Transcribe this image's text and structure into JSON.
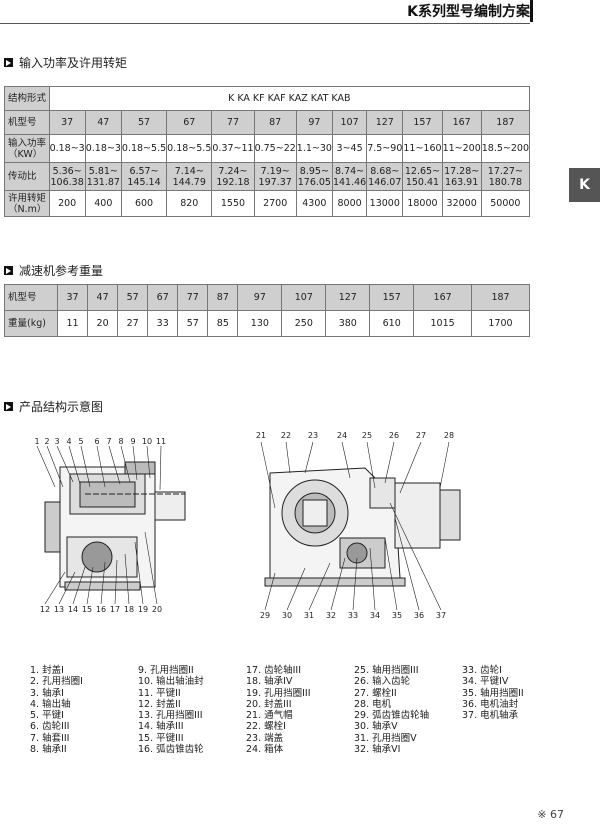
{
  "header": {
    "title": "K系列型号编制方案",
    "tab": "K"
  },
  "section1": {
    "title": "输入功率及许用转矩",
    "structure_label": "结构形式",
    "structure_value": "K KA KF KAF KAZ KAT KAB",
    "rows": [
      {
        "label": "机型号",
        "cells": [
          "37",
          "47",
          "57",
          "67",
          "77",
          "87",
          "97",
          "107",
          "127",
          "157",
          "167",
          "187"
        ]
      },
      {
        "label": "输入功率\n（KW）",
        "cells": [
          "0.18~3",
          "0.18~3",
          "0.18~5.5",
          "0.18~5.5",
          "0.37~11",
          "0.75~22",
          "1.1~30",
          "3~45",
          "7.5~90",
          "11~160",
          "11~200",
          "18.5~200"
        ]
      },
      {
        "label": "传动比",
        "cells": [
          "5.36~\n106.38",
          "5.81~\n131.87",
          "6.57~\n145.14",
          "7.14~\n144.79",
          "7.24~\n192.18",
          "7.19~\n197.37",
          "8.95~\n176.05",
          "8.74~\n141.46",
          "8.68~\n146.07",
          "12.65~\n150.41",
          "17.28~\n163.91",
          "17.27~\n180.78"
        ]
      },
      {
        "label": "许用转矩\n（N.m）",
        "cells": [
          "200",
          "400",
          "600",
          "820",
          "1550",
          "2700",
          "4300",
          "8000",
          "13000",
          "18000",
          "32000",
          "50000"
        ]
      }
    ]
  },
  "section2": {
    "title": "减速机参考重量",
    "rows": [
      {
        "label": "机型号",
        "cells": [
          "37",
          "47",
          "57",
          "67",
          "77",
          "87",
          "97",
          "107",
          "127",
          "157",
          "167",
          "187"
        ]
      },
      {
        "label": "重量(kg)",
        "cells": [
          "11",
          "20",
          "27",
          "33",
          "57",
          "85",
          "130",
          "250",
          "380",
          "610",
          "1015",
          "1700"
        ]
      }
    ]
  },
  "section3": {
    "title": "产品结构示意图",
    "left_top_numbers": [
      "1",
      "2",
      "3",
      "4",
      "5",
      "6",
      "7",
      "8",
      "9",
      "10",
      "11"
    ],
    "left_bottom_numbers": [
      "12",
      "13",
      "14",
      "15",
      "16",
      "17",
      "18",
      "19",
      "20"
    ],
    "right_top_numbers": [
      "21",
      "22",
      "23",
      "24",
      "25",
      "26",
      "27",
      "28"
    ],
    "right_bottom_numbers": [
      "29",
      "30",
      "31",
      "32",
      "33",
      "34",
      "35",
      "36",
      "37"
    ]
  },
  "legend": [
    [
      "1. 封盖I",
      "2. 孔用挡圈I",
      "3. 轴承I",
      "4. 输出轴",
      "5. 平键I",
      "6. 齿轮III",
      "7. 轴套III",
      "8. 轴承II"
    ],
    [
      "9. 孔用挡圈II",
      "10. 输出轴油封",
      "11. 平键II",
      "12. 封盖II",
      "13. 孔用挡圈III",
      "14. 轴承III",
      "15. 平键III",
      "16. 弧齿锥齿轮"
    ],
    [
      "17. 齿轮轴III",
      "18. 轴承IV",
      "19. 孔用挡圈III",
      "20. 封盖III",
      "21. 通气帽",
      "22. 螺栓I",
      "23. 端盖",
      "24. 箱体"
    ],
    [
      "25. 轴用挡圈III",
      "26. 输入齿轮",
      "27. 螺栓II",
      "28. 电机",
      "29. 弧齿锥齿轮轴",
      "30. 轴承V",
      "31. 孔用挡圈V",
      "32. 轴承VI"
    ],
    [
      "33. 齿轮I",
      "34. 平键IV",
      "35. 轴用挡圈II",
      "36. 电机油封",
      "37. 电机轴承"
    ]
  ],
  "footer": {
    "page": "※ 67"
  }
}
